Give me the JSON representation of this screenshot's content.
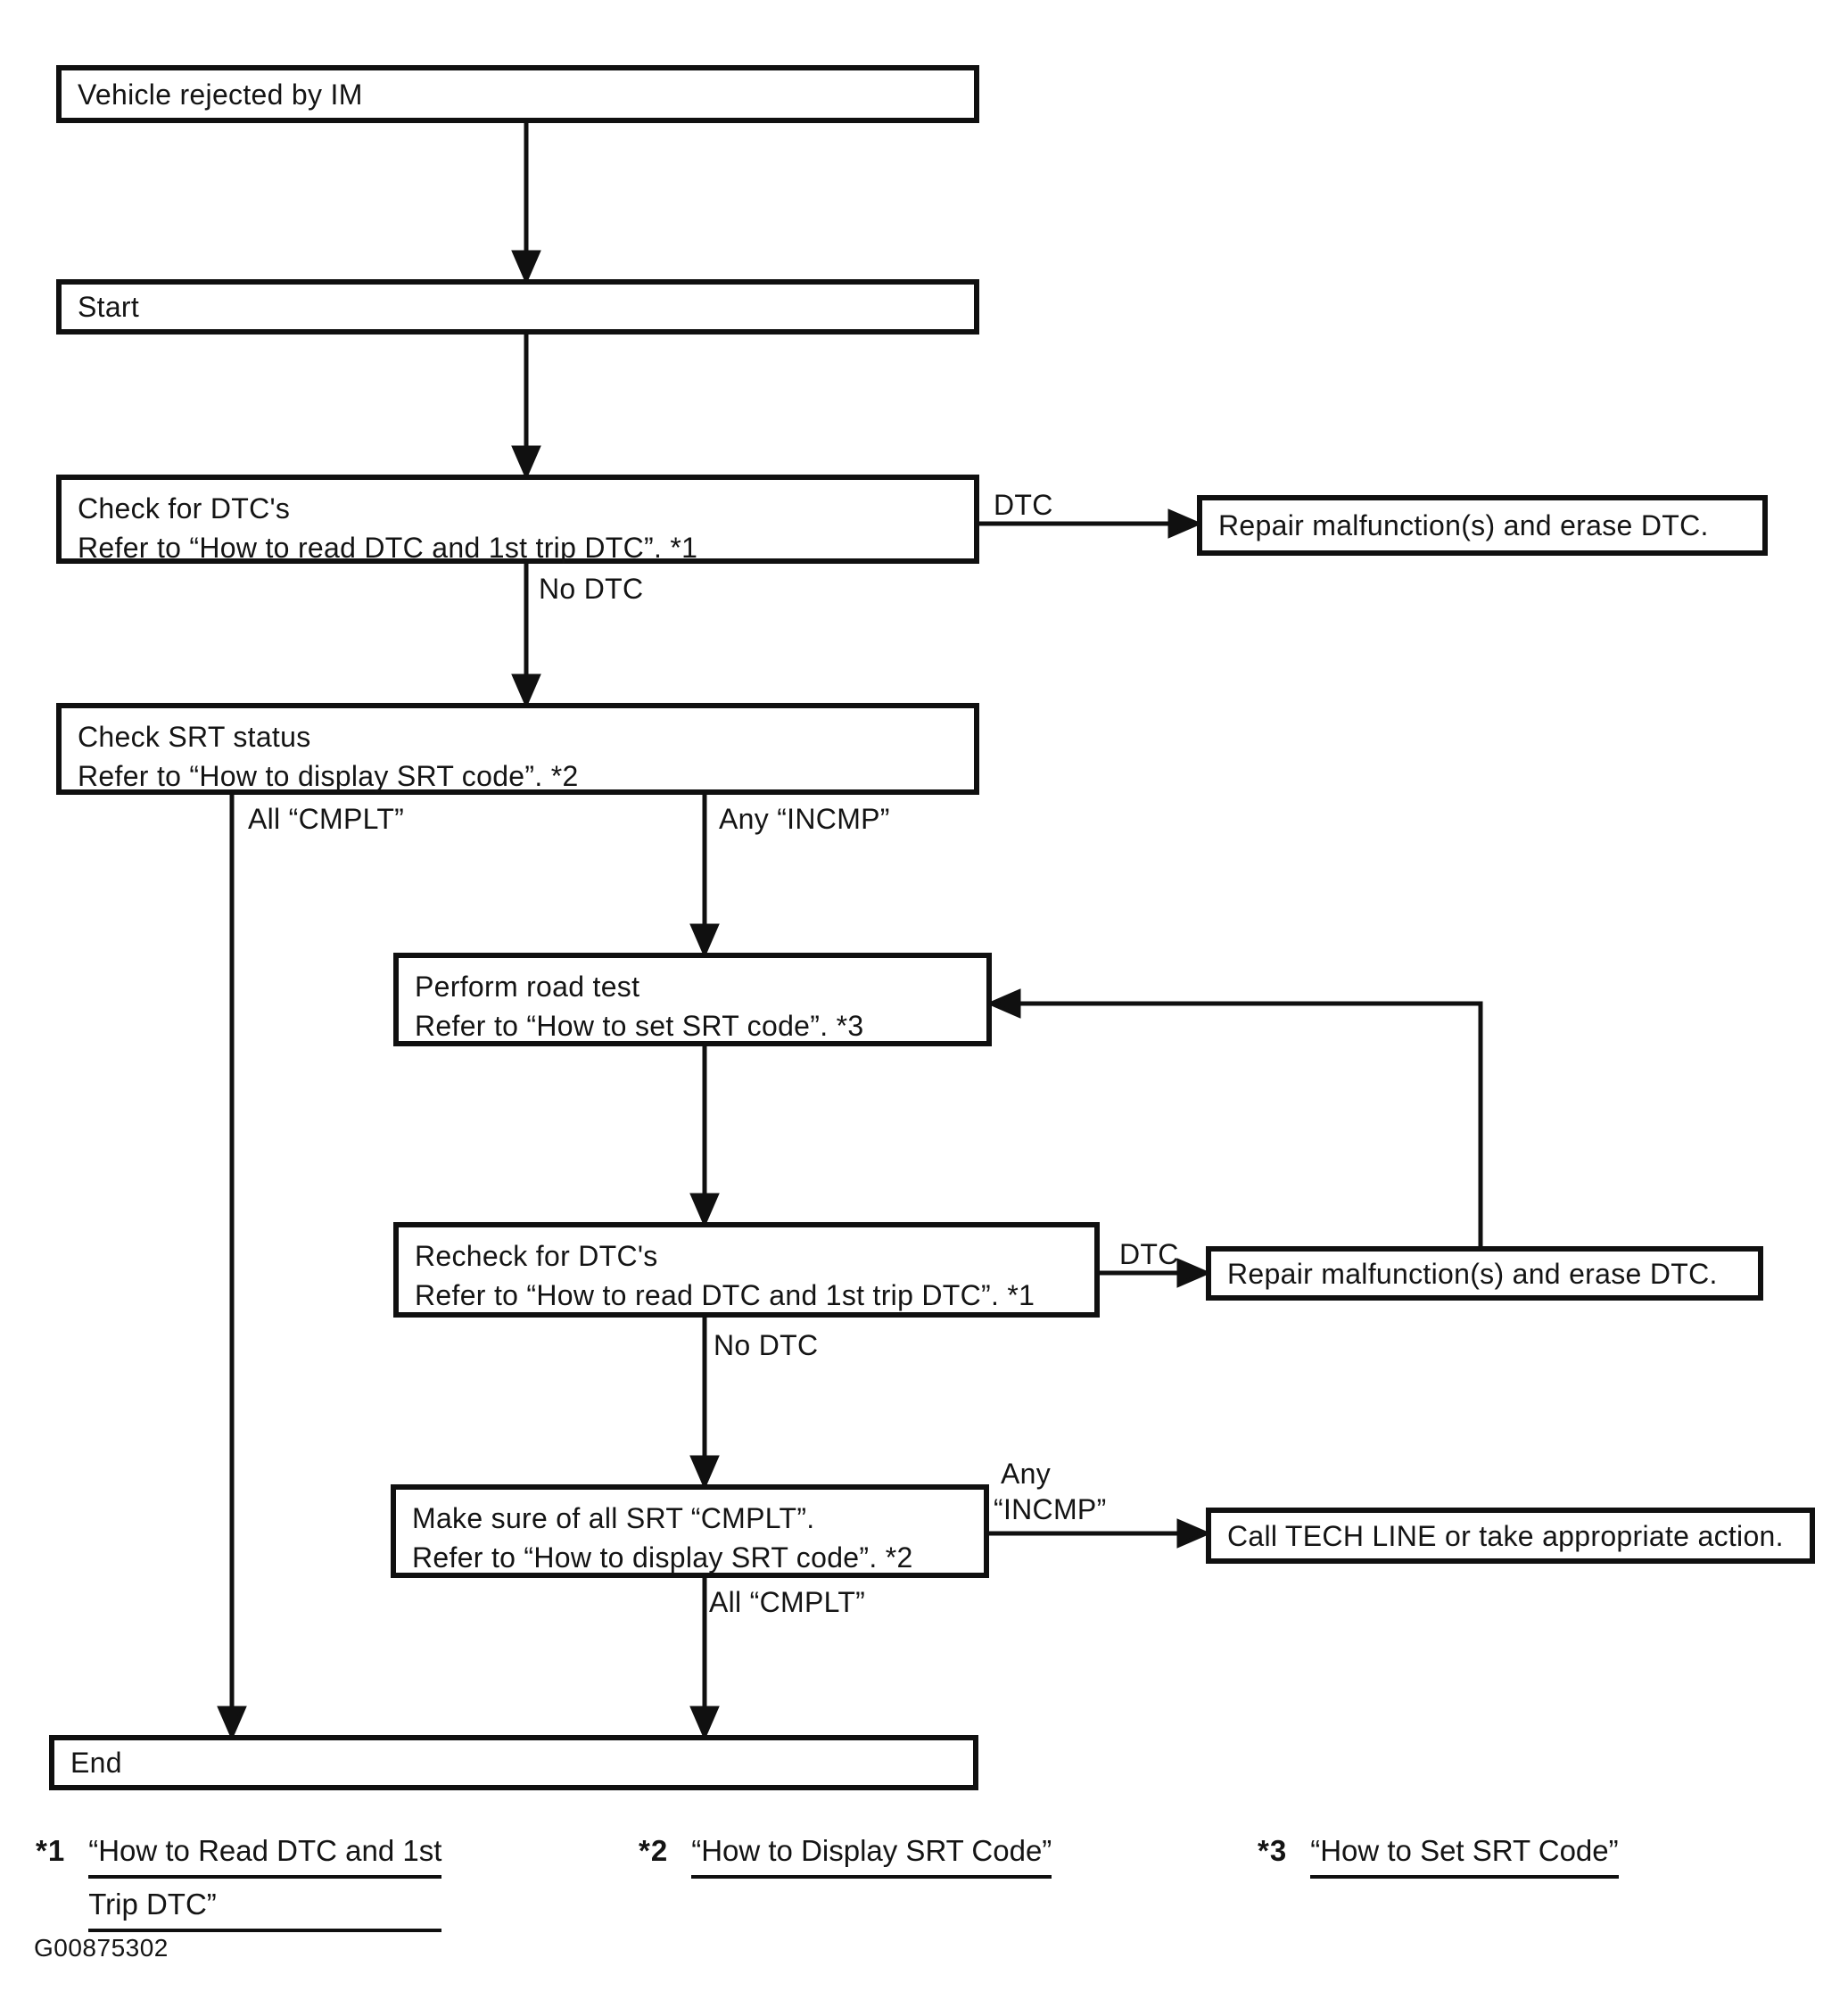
{
  "nodes": {
    "vehicle_rejected": {
      "line1": "Vehicle rejected by IM"
    },
    "start": {
      "line1": "Start"
    },
    "check_dtc": {
      "line1": "Check for DTC's",
      "line2": "Refer to “How to read DTC and 1st trip DTC”. *1"
    },
    "repair1": {
      "line1": "Repair malfunction(s) and erase DTC."
    },
    "check_srt": {
      "line1": "Check SRT status",
      "line2": "Refer to “How to display SRT code”. *2"
    },
    "road_test": {
      "line1": "Perform road test",
      "line2": "Refer to “How to set SRT code”. *3"
    },
    "recheck_dtc": {
      "line1": "Recheck for DTC's",
      "line2": "Refer to “How to read DTC and 1st trip DTC”. *1"
    },
    "repair2": {
      "line1": "Repair malfunction(s) and erase DTC."
    },
    "make_sure_srt": {
      "line1": "Make sure of all SRT “CMPLT”.",
      "line2": "Refer to “How to display SRT code”. *2"
    },
    "call_tech_line": {
      "line1": "Call TECH LINE or take appropriate action."
    },
    "end": {
      "line1": "End"
    }
  },
  "edge_labels": {
    "dtc_1": "DTC",
    "no_dtc_1": "No DTC",
    "all_cmplt_1": "All “CMPLT”",
    "any_incmp_1": "Any “INCMP”",
    "dtc_2": "DTC",
    "no_dtc_2": "No DTC",
    "any_2_line1": "Any",
    "any_2_line2": "“INCMP”",
    "all_cmplt_2": "All “CMPLT”"
  },
  "footnotes": {
    "fn1": {
      "marker": "*1",
      "line1": "“How to Read DTC and 1st",
      "line2": "Trip DTC”"
    },
    "fn2": {
      "marker": "*2",
      "text": "“How to Display SRT Code”"
    },
    "fn3": {
      "marker": "*3",
      "text": "“How to Set SRT Code”"
    }
  },
  "figure_id": "G00875302"
}
